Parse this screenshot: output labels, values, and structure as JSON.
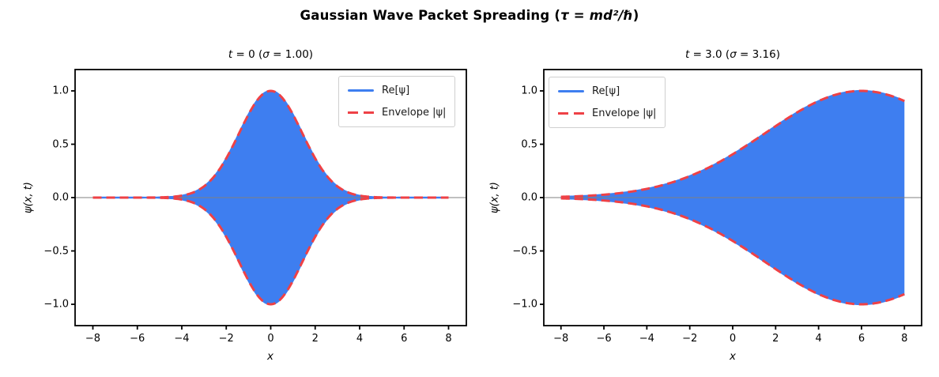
{
  "figure": {
    "suptitle": {
      "prefix": "Gaussian Wave Packet Spreading (",
      "math": "τ = md²/ℏ",
      "suffix": ")"
    }
  },
  "colors": {
    "re_line": "#3e7ef0",
    "envelope": "#ee4146",
    "zero_line": "#808080",
    "spine": "#000000",
    "legend_border": "#cfcfcf",
    "background": "#ffffff"
  },
  "legend": {
    "items": [
      {
        "label": "Re[ψ]",
        "style": "solid",
        "color_key": "re_line"
      },
      {
        "label": "Envelope |ψ|",
        "style": "dashed",
        "color_key": "envelope"
      }
    ]
  },
  "axes": {
    "xlabel": "x",
    "ylabel": "ψ(x, t)",
    "xtick_values": [
      -8,
      -6,
      -4,
      -2,
      0,
      2,
      4,
      6,
      8
    ],
    "xtick_labels": [
      "−8",
      "−6",
      "−4",
      "−2",
      "0",
      "2",
      "4",
      "6",
      "8"
    ],
    "ytick_values": [
      1.0,
      0.5,
      0.0,
      -0.5,
      -1.0
    ],
    "ytick_labels": [
      "1.0",
      "0.5",
      "0.0",
      "−0.5",
      "−1.0"
    ],
    "xlim": [
      -8.8,
      8.8
    ],
    "ylim": [
      -1.2,
      1.2
    ],
    "grid": false
  },
  "chart_data": [
    {
      "type": "area",
      "panel": "left",
      "title_segments": [
        [
          "t",
          true
        ],
        [
          " = 0 (",
          false
        ],
        [
          "σ",
          true
        ],
        [
          " = 1.00)",
          false
        ]
      ],
      "t": 0,
      "sigma": 1.0,
      "center": 0.0,
      "amplitude": 1.0,
      "x_range": [
        -8,
        8
      ],
      "envelope_formula": "|ψ|(x) = exp(−(x−x₀)²/(4σ²))",
      "legend_loc": "upper right",
      "series": [
        {
          "name": "Re[ψ]",
          "style": "solid",
          "description": "rapidly oscillating real part of ψ; oscillations are dense enough to fill the region between +|ψ| and −|ψ|"
        },
        {
          "name": "Envelope |ψ|",
          "style": "dashed",
          "description": "Gaussian envelope ±|ψ| drawn above and below"
        }
      ],
      "envelope_samples": {
        "x": [
          -8,
          -7,
          -6,
          -5,
          -4,
          -3,
          -2,
          -1,
          0,
          1,
          2,
          3,
          4,
          5,
          6,
          7,
          8
        ],
        "y": [
          0.0,
          0.0,
          0.0001,
          0.0019,
          0.0183,
          0.1054,
          0.3679,
          0.7788,
          1.0,
          0.7788,
          0.3679,
          0.1054,
          0.0183,
          0.0019,
          0.0001,
          0.0,
          0.0
        ]
      }
    },
    {
      "type": "area",
      "panel": "right",
      "title_segments": [
        [
          "t",
          true
        ],
        [
          " = 3.0 (",
          false
        ],
        [
          "σ",
          true
        ],
        [
          " = 3.16)",
          false
        ]
      ],
      "t": 3.0,
      "sigma": 3.16,
      "center": 6.0,
      "amplitude": 1.0,
      "x_range": [
        -8,
        8
      ],
      "envelope_formula": "|ψ|(x) = exp(−(x−x₀)²/(4σ²))",
      "legend_loc": "upper left",
      "series": [
        {
          "name": "Re[ψ]",
          "style": "solid",
          "description": "rapidly oscillating real part of ψ; fills region between ±envelope, truncated at x = 8"
        },
        {
          "name": "Envelope |ψ|",
          "style": "dashed",
          "description": "spread and drifted Gaussian envelope centered near x = 6"
        }
      ],
      "envelope_samples": {
        "x": [
          -8,
          -7,
          -6,
          -5,
          -4,
          -3,
          -2,
          -1,
          0,
          1,
          2,
          3,
          4,
          5,
          6,
          7,
          8
        ],
        "y": [
          0.0074,
          0.0146,
          0.0273,
          0.0485,
          0.0821,
          0.132,
          0.2019,
          0.2938,
          0.4066,
          0.5353,
          0.6703,
          0.7985,
          0.9048,
          0.9753,
          1.0,
          0.9753,
          0.9048
        ]
      }
    }
  ]
}
